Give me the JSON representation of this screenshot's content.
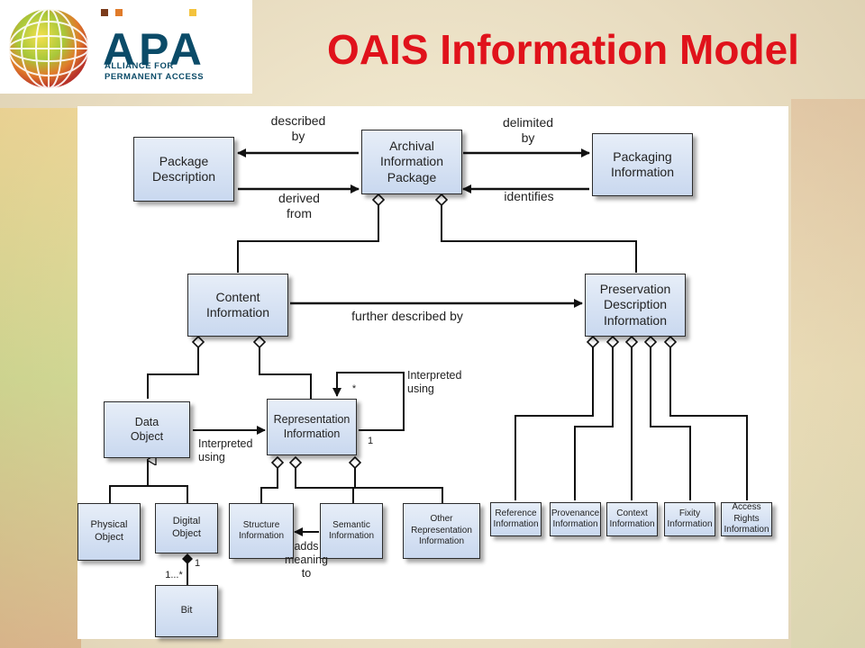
{
  "slide": {
    "title": "OAIS Information Model",
    "logo": {
      "acronym": "APA",
      "line1": "ALLIANCE FOR",
      "line2": "PERMANENT ACCESS"
    }
  },
  "diagram": {
    "boxes": {
      "package_description": "Package Description",
      "archival_information_package": "Archival Information Package",
      "packaging_information": "Packaging Information",
      "content_information": "Content Information",
      "preservation_description_information": "Preservation Description Information",
      "data_object": "Data Object",
      "representation_information": "Representation Information",
      "physical_object": "Physical Object",
      "digital_object": "Digital Object",
      "structure_information": "Structure Information",
      "semantic_information": "Semantic Information",
      "other_representation_information": "Other Representation Information",
      "bit": "Bit",
      "reference_information": "Reference Information",
      "provenance_information": "Provenance Information",
      "context_information": "Context Information",
      "fixity_information": "Fixity Information",
      "access_rights_information": "Access Rights Information"
    },
    "labels": {
      "described_by": "described by",
      "derived_from": "derived from",
      "delimited_by": "delimited by",
      "identifies": "identifies",
      "further_described_by": "further described by",
      "interpreted_using_self": "Interpreted using",
      "interpreted_using": "Interpreted using",
      "adds_meaning_to": "adds meaning to",
      "mult_star": "*",
      "mult_one_rep": "1",
      "mult_one_bit": "1",
      "mult_one_many": "1...*"
    }
  }
}
